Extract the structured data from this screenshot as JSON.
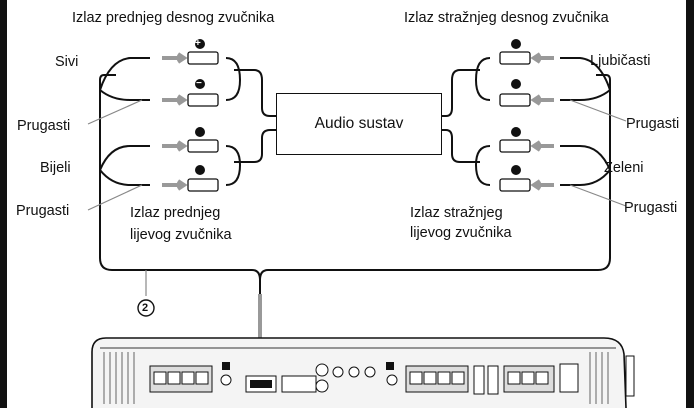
{
  "labels": {
    "front_right": "Izlaz prednjeg desnog zvučnika",
    "rear_right": "Izlaz stražnjeg desnog zvučnika",
    "sivi": "Sivi",
    "ljubicasti": "Ljubičasti",
    "prugasti_1": "Prugasti",
    "prugasti_2": "Prugasti",
    "prugasti_3": "Prugasti",
    "prugasti_4": "Prugasti",
    "bijeli": "Bijeli",
    "zeleni": "Zeleni",
    "front_left_1": "Izlaz prednjeg",
    "front_left_2": "lijevog zvučnika",
    "rear_left_1": "Izlaz stražnjeg",
    "rear_left_2": "lijevog zvučnika",
    "audio_system": "Audio sustav",
    "callout_number": "2"
  },
  "terminal_signs": [
    "+",
    "−"
  ],
  "colors": {
    "line": "#111111",
    "arrow": "#999999",
    "panel": "#e8e8e8"
  }
}
